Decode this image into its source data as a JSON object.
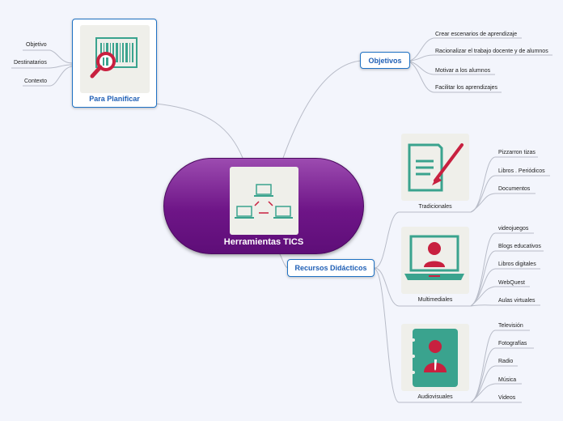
{
  "central": {
    "label": "Herramientas TICS",
    "icon": "network-computers-icon"
  },
  "planificar": {
    "label": "Para Planificar",
    "icon": "barcode-magnifier-icon",
    "items": [
      "Objetivo",
      "Destinatarios",
      "Contexto"
    ]
  },
  "objetivos": {
    "label": "Objetivos",
    "items": [
      "Crear escenarios de aprendizaje",
      "Racionalizar el trabajo docente y de alumnos",
      "Motivar a los alumnos",
      "Facilitar los aprendizajes"
    ]
  },
  "recursos": {
    "label": "Recursos Didácticos",
    "groups": [
      {
        "caption": "Tradicionales",
        "icon": "document-pen-icon",
        "items": [
          "Pizzarron tizas",
          "Libros . Periódicos",
          "Documentos"
        ]
      },
      {
        "caption": "Multimediales",
        "icon": "laptop-user-icon",
        "items": [
          "videojuegos",
          "Blogs educativos",
          "Libros digitales",
          "WebQuest",
          "Aulas virtuales"
        ]
      },
      {
        "caption": "Audiovisuales",
        "icon": "address-book-icon",
        "items": [
          "Televisión",
          "Fotografías",
          "Radio",
          "Música",
          "Videos"
        ]
      }
    ]
  },
  "colors": {
    "central": "#6e1587",
    "topic_border": "#1f72c4",
    "teal": "#3aa38e",
    "red": "#c8203f",
    "link": "#b8bcc8"
  }
}
